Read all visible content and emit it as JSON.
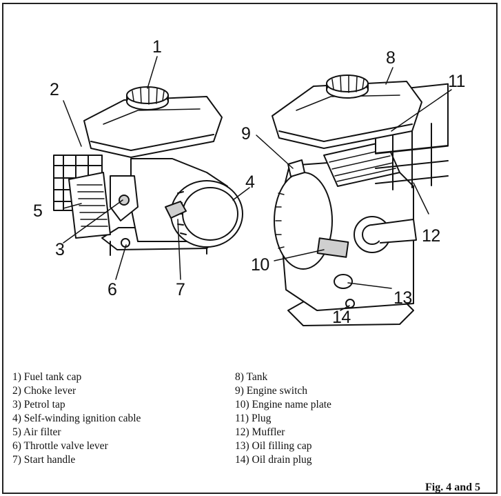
{
  "callouts": {
    "n1": "1",
    "n2": "2",
    "n3": "3",
    "n4": "4",
    "n5": "5",
    "n6": "6",
    "n7": "7",
    "n8": "8",
    "n9": "9",
    "n10": "10",
    "n11": "11",
    "n12": "12",
    "n13": "13",
    "n14": "14"
  },
  "legend_left": [
    "1) Fuel tank cap",
    "2) Choke lever",
    "3) Petrol tap",
    "4) Self-winding ignition cable",
    "5) Air filter",
    "6) Throttle valve lever",
    "7) Start handle"
  ],
  "legend_right": [
    "8) Tank",
    "9) Engine switch",
    "10) Engine name plate",
    "11) Plug",
    "12) Muffler",
    "13) Oil filling cap",
    "14) Oil drain plug"
  ],
  "caption": "Fig. 4 and 5",
  "colors": {
    "ink": "#111111",
    "fill": "#ffffff",
    "shade": "#cfcfcf"
  }
}
